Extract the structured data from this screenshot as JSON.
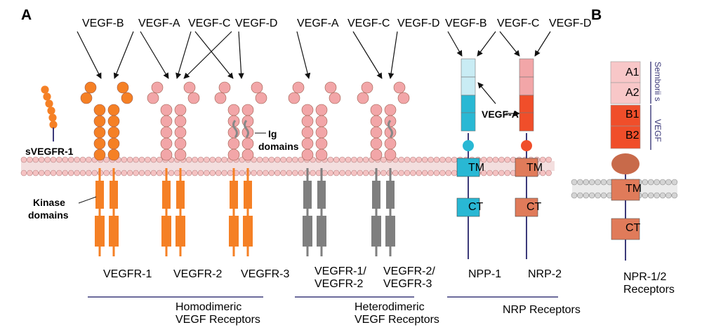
{
  "panel_labels": {
    "a": "A",
    "b": "B"
  },
  "ligands": {
    "vegf_b_1": "VEGF-B",
    "vegf_a_1": "VEGF-A",
    "vegf_c_1": "VEGF-C",
    "vegf_d_1": "VEGF-D",
    "vegf_a_2": "VEGF-A",
    "vegf_c_2": "VEGF-C",
    "vegf_d_2": "VEGF-D",
    "vegf_b_3": "VEGF-B",
    "vegf_c_3": "VEGF-C",
    "vegf_d_3": "VEGF-D",
    "vegf_a_inner": "VEGF-A"
  },
  "annotations": {
    "svegfr1": "sVEGFR-1",
    "ig_line1": "Ig",
    "ig_line2": "domains",
    "kinase_line1": "Kinase",
    "kinase_line2": "domains"
  },
  "receptors": {
    "vegfr1": "VEGFR-1",
    "vegfr2": "VEGFR-2",
    "vegfr3": "VEGFR-3",
    "hetero1_line1": "VEGFR-1/",
    "hetero1_line2": "VEGFR-2",
    "hetero2_line1": "VEGFR-2/",
    "hetero2_line2": "VEGFR-3",
    "npp1": "NPP-1",
    "nrp2": "NRP-2",
    "npr12_line1": "NPR-1/2",
    "npr12_line2": "Receptors"
  },
  "groups": {
    "homo_line1": "Homodimeric",
    "homo_line2": "VEGF Receptors",
    "hetero_line1": "Heterodimeric",
    "hetero_line2": "VEGF Receptors",
    "nrp": "NRP Receptors"
  },
  "domains": {
    "tm": "TM",
    "ct": "CT",
    "a1": "A1",
    "a2": "A2",
    "b1": "B1",
    "b2": "B2",
    "semaphorin": "Semborii s",
    "vegf_side": "VEGF"
  },
  "colors": {
    "orange": "#f58025",
    "pink": "#f2a6a8",
    "gray": "#7f7f7f",
    "cyan": "#29b8d4",
    "light_cyan": "#c9ecf4",
    "salmon": "#e07b5a",
    "red_orange": "#f04e2a",
    "light_pink": "#f8c7c8",
    "brown": "#c86a4a",
    "navy": "#3c3a7a",
    "membrane_head": "#f5c2c2",
    "membrane_head_b": "#d4d4d4"
  }
}
